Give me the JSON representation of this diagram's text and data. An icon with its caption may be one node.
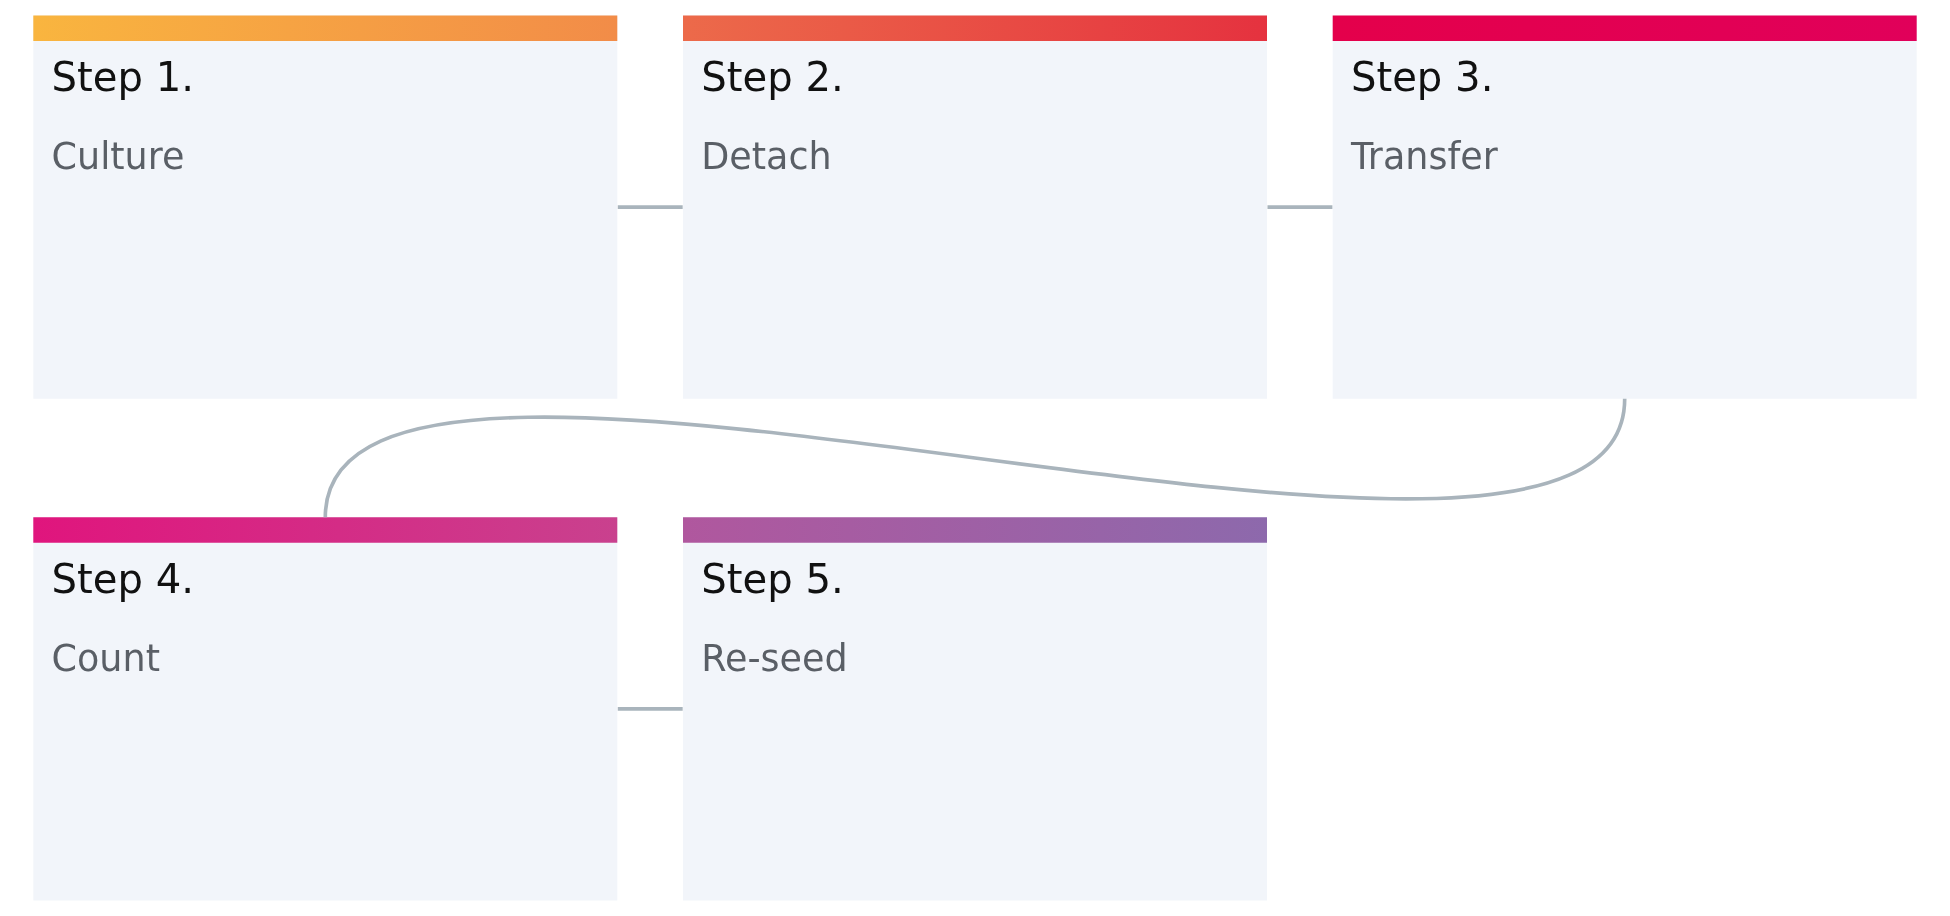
{
  "diagram": {
    "nodes": [
      {
        "text": [
          "Step 1.",
          "Culture"
        ]
      },
      {
        "text": [
          "Step 2.",
          "Detach"
        ]
      },
      {
        "text": [
          "Step 3.",
          "Transfer"
        ]
      },
      {
        "text": [
          "Step 4.",
          "Count"
        ]
      },
      {
        "text": [
          "Step 5.",
          "Re-seed"
        ]
      }
    ],
    "edges": [
      {
        "from": 0,
        "to": 1,
        "arrow": "none"
      },
      {
        "from": 1,
        "to": 2,
        "arrow": "none"
      },
      {
        "from": 2,
        "to": 3,
        "arrow": "none"
      },
      {
        "from": 3,
        "to": 4,
        "arrow": "none"
      }
    ]
  }
}
